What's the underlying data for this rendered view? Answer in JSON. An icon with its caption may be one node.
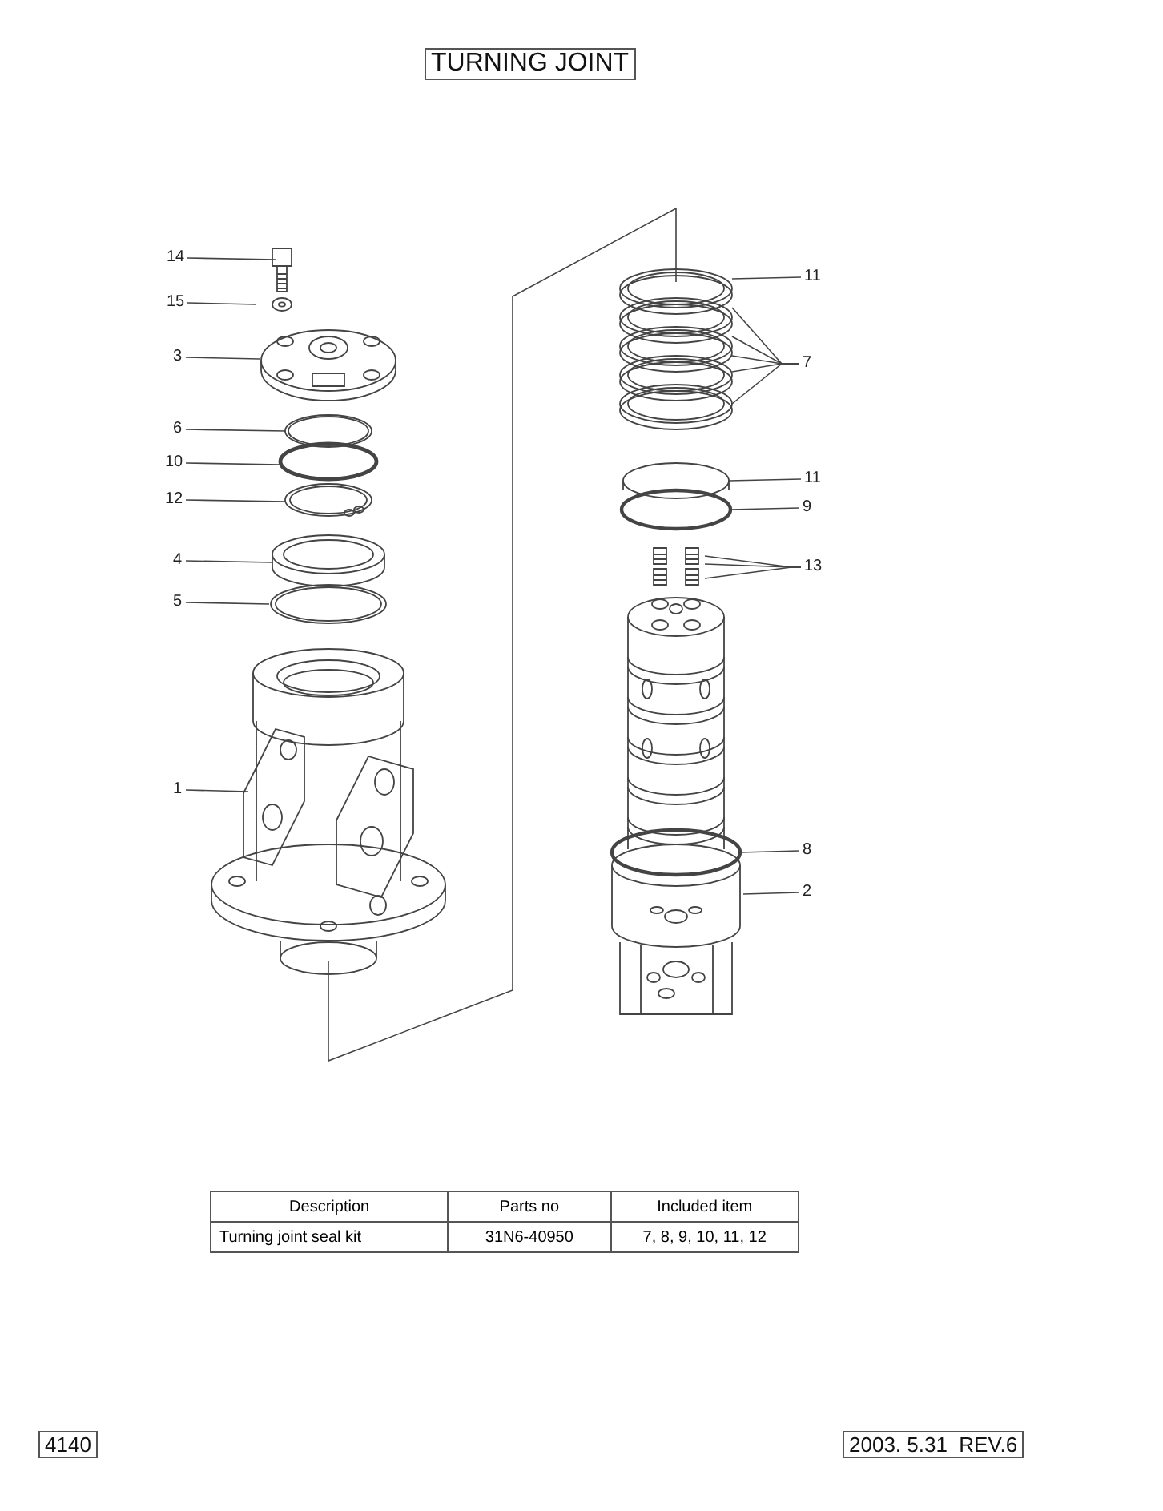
{
  "diagram": {
    "title": "TURNING JOINT",
    "nodes": [
      {
        "text": [
          "14"
        ]
      },
      {
        "text": [
          "15"
        ]
      },
      {
        "text": [
          "3"
        ]
      },
      {
        "text": [
          "6"
        ]
      },
      {
        "text": [
          "10"
        ]
      },
      {
        "text": [
          "12"
        ]
      },
      {
        "text": [
          "4"
        ]
      },
      {
        "text": [
          "5"
        ]
      },
      {
        "text": [
          "1"
        ]
      },
      {
        "text": [
          "11"
        ]
      },
      {
        "text": [
          "7"
        ]
      },
      {
        "text": [
          "11"
        ]
      },
      {
        "text": [
          "9"
        ]
      },
      {
        "text": [
          "13"
        ]
      },
      {
        "text": [
          "8"
        ]
      },
      {
        "text": [
          "2"
        ]
      }
    ],
    "edges": [
      {
        "from": 0,
        "to": null,
        "arrow": "none"
      },
      {
        "from": 1,
        "to": null,
        "arrow": "none"
      },
      {
        "from": 2,
        "to": null,
        "arrow": "none"
      },
      {
        "from": 3,
        "to": null,
        "arrow": "none"
      },
      {
        "from": 4,
        "to": null,
        "arrow": "none"
      },
      {
        "from": 5,
        "to": null,
        "arrow": "none"
      },
      {
        "from": 6,
        "to": null,
        "arrow": "none"
      },
      {
        "from": 7,
        "to": null,
        "arrow": "none"
      },
      {
        "from": 8,
        "to": null,
        "arrow": "none"
      },
      {
        "from": 9,
        "to": null,
        "arrow": "none"
      },
      {
        "from": 10,
        "to": null,
        "arrow": "none"
      },
      {
        "from": 10,
        "to": null,
        "arrow": "none"
      },
      {
        "from": 10,
        "to": null,
        "arrow": "none"
      },
      {
        "from": 10,
        "to": null,
        "arrow": "none"
      },
      {
        "from": 10,
        "to": null,
        "arrow": "none"
      },
      {
        "from": 11,
        "to": null,
        "arrow": "none"
      },
      {
        "from": 12,
        "to": null,
        "arrow": "none"
      },
      {
        "from": 13,
        "to": null,
        "arrow": "none"
      },
      {
        "from": 13,
        "to": null,
        "arrow": "none"
      },
      {
        "from": 13,
        "to": null,
        "arrow": "none"
      },
      {
        "from": 14,
        "to": null,
        "arrow": "none"
      },
      {
        "from": 15,
        "to": null,
        "arrow": "none"
      }
    ],
    "labels": [
      "Description",
      "Parts no",
      "Included item",
      "Turning joint seal kit",
      "31N6-40950",
      "7, 8, 9, 10, 11, 12",
      "4140",
      "2003. 5.31  REV.6"
    ]
  }
}
